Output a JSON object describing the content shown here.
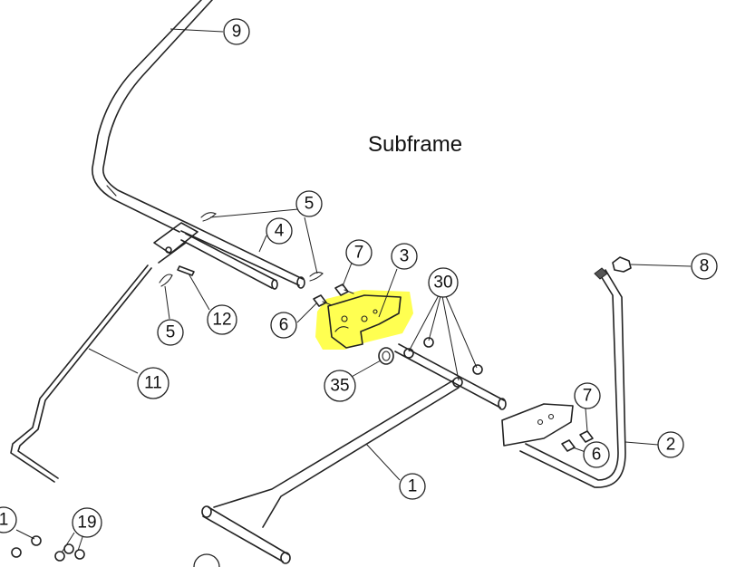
{
  "diagram": {
    "title": "Subframe",
    "highlight_color": "#ffff33",
    "callouts": [
      {
        "id": "c9",
        "label": "9"
      },
      {
        "id": "c5a",
        "label": "5"
      },
      {
        "id": "c4",
        "label": "4"
      },
      {
        "id": "c7a",
        "label": "7"
      },
      {
        "id": "c3",
        "label": "3"
      },
      {
        "id": "c30",
        "label": "30"
      },
      {
        "id": "c8",
        "label": "8"
      },
      {
        "id": "c6a",
        "label": "6"
      },
      {
        "id": "c12",
        "label": "12"
      },
      {
        "id": "c5b",
        "label": "5"
      },
      {
        "id": "c35",
        "label": "35"
      },
      {
        "id": "c11",
        "label": "11"
      },
      {
        "id": "c7b",
        "label": "7"
      },
      {
        "id": "c6b",
        "label": "6"
      },
      {
        "id": "c2",
        "label": "2"
      },
      {
        "id": "c1",
        "label": "1"
      },
      {
        "id": "c19",
        "label": "19"
      },
      {
        "id": "c1left",
        "label": "1"
      }
    ]
  }
}
